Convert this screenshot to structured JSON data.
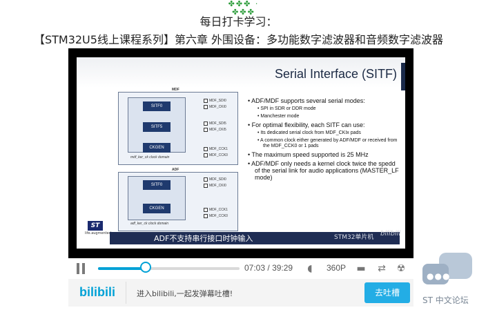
{
  "header": {
    "decoration": "✤✤✤ · ✤✤✤",
    "line1": "每日打卡学习：",
    "line2": "【STM32U5线上课程系列】第六章 外围设备：多功能数字滤波器和音频数字滤波器"
  },
  "slide": {
    "title": "Serial Interface (SITF)",
    "diagram": {
      "mdf_title": "MDF",
      "adf_title": "ADF",
      "sitf0": "SITF0",
      "sitf5": "SITF5",
      "ckgen": "CKGEN",
      "mdf_domain": "mdf_ker_ck clock domain",
      "adf_domain": "adf_ker_ck clock domain",
      "mdf_pins": [
        "MDF_SDI0",
        "MDF_CKI0",
        "MDF_SDI5",
        "MDF_CKI5",
        "MDF_CCK1",
        "MDF_CCK0"
      ],
      "adf_pins": [
        "MDF_SDI0",
        "MDF_CKI0",
        "MDF_CCK1",
        "MDF_CCK0"
      ]
    },
    "bullets": [
      {
        "text": "ADF/MDF supports several serial modes:",
        "level": 1
      },
      {
        "text": "SPI in SDR or DDR mode",
        "level": 2
      },
      {
        "text": "Manchester mode",
        "level": 2
      },
      {
        "text": "For optimal flexibility, each SITF can use:",
        "level": 1
      },
      {
        "text": "Its dedicated serial clock from MDF_CKIx pads",
        "level": 2
      },
      {
        "text": "A common clock either generated by ADF/MDF or received from the MDF_CCK0 or 1 pads",
        "level": 2
      },
      {
        "text": "The maximum speed supported is 25 MHz",
        "level": 1
      },
      {
        "text": "ADF/MDF only needs a kernel clock twice the spedd of the serial link for audio applications (MASTER_LF mode)",
        "level": 1
      }
    ],
    "logo": "ST",
    "logo_sub": "life.augmented",
    "subtitle": "ADF不支持串行接口时钟输入",
    "subtitle_right": "STM32单片机",
    "watermark": "bilibili"
  },
  "controls": {
    "progress": 0.33,
    "current_time": "07:03",
    "separator": "/",
    "duration": "39:29",
    "quality": "360P",
    "icons": [
      "pause-icon",
      "volume-icon",
      "danmaku-icon",
      "loop-icon",
      "radiation-icon"
    ]
  },
  "danmaku": {
    "logo": "bilibili",
    "placeholder": "进入bilibili,一起发弹幕吐槽!",
    "send_label": "去吐槽"
  },
  "forum": {
    "label": "ST 中文论坛"
  },
  "colors": {
    "accent": "#00a1d6",
    "send_button": "#23ade5",
    "slide_blue": "#1f3a6e"
  }
}
